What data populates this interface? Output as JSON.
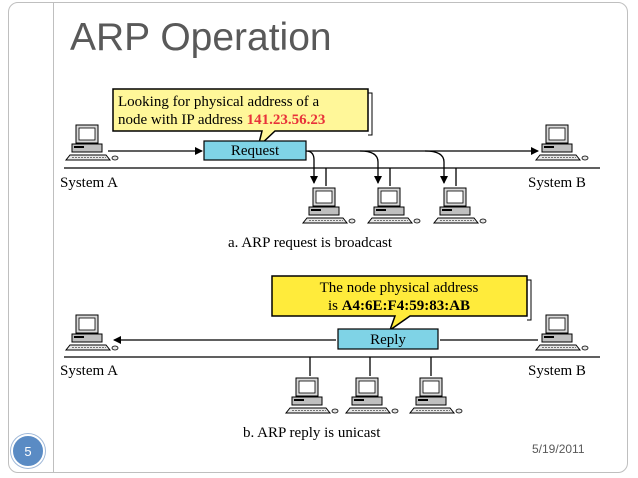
{
  "slide": {
    "title": "ARP Operation",
    "page_number": "5",
    "date": "5/19/2011"
  },
  "diagram_a": {
    "callout_line1": "Looking for physical address of a",
    "callout_line2_prefix": "node with IP address ",
    "callout_ip": "141.23.56.23",
    "packet_label": "Request",
    "left_system": "System A",
    "right_system": "System B",
    "caption": "a. ARP request is broadcast"
  },
  "diagram_b": {
    "callout_line1": "The node physical address",
    "callout_line2_prefix": "is ",
    "callout_mac": "A4:6E:F4:59:83:AB",
    "packet_label": "Reply",
    "left_system": "System A",
    "right_system": "System B",
    "caption": "b. ARP reply is unicast"
  },
  "colors": {
    "callout_a_fill": "#fff799",
    "callout_b_fill": "#ffeb3b",
    "packet_fill": "#7fd3e6",
    "ip_highlight": "#e8323a",
    "badge": "#5a8bc4"
  }
}
